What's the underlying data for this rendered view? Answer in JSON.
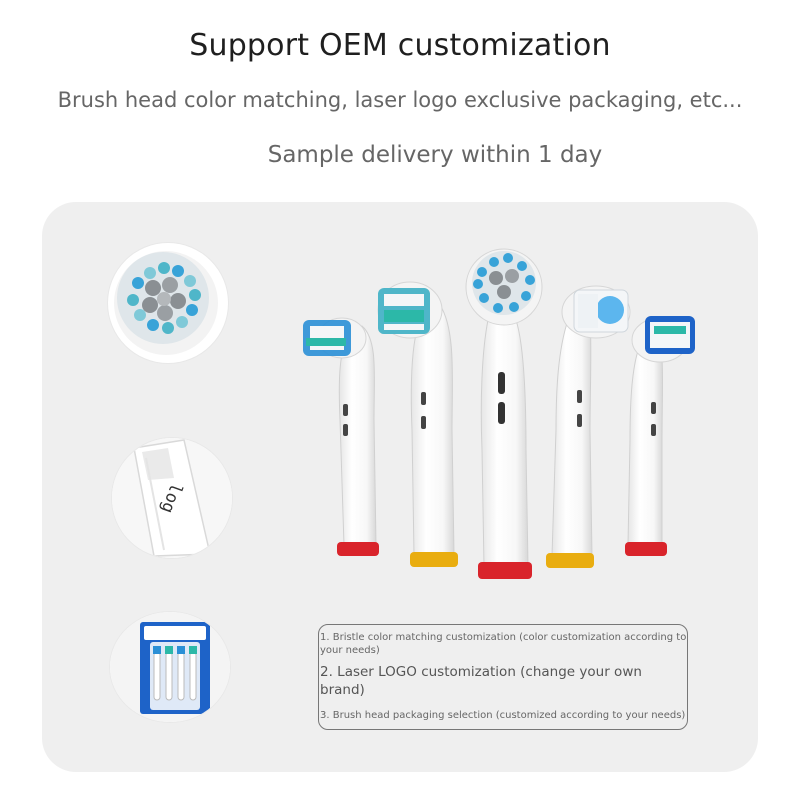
{
  "header": {
    "title": "Support OEM customization",
    "subtitle": "Brush head color matching, laser logo exclusive packaging, etc...",
    "subtitle2": "Sample delivery within 1 day"
  },
  "thumbnails": {
    "engraving_text": "log"
  },
  "features": [
    "1. Bristle color matching customization (color customization according to your needs)",
    "2. Laser LOGO customization (change your own brand)",
    "3. Brush head packaging selection (customized according to your needs)"
  ],
  "colors": {
    "panel_bg": "#efefef",
    "ring_red": "#d9242b",
    "ring_yellow": "#e9ad10",
    "bristle_blue": "#2a8fd6",
    "bristle_teal": "#2cb8a8",
    "bristle_white": "#f4f6f8"
  }
}
